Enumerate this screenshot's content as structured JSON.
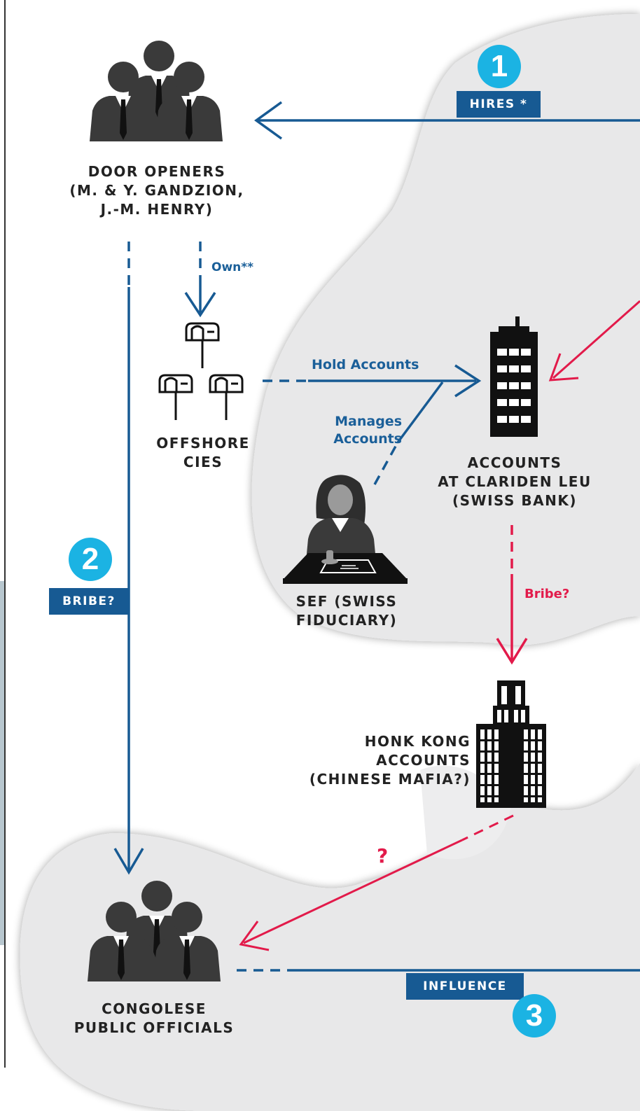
{
  "nodes": {
    "door_openers": [
      "DOOR OPENERS",
      "(M. & Y. GANDZION,",
      "J.-M. HENRY)"
    ],
    "offshore": [
      "OFFSHORE",
      "CIES"
    ],
    "bank": [
      "ACCOUNTS",
      "AT CLARIDEN LEU",
      "(SWISS BANK)"
    ],
    "fiduciary": [
      "SEF (SWISS",
      "FIDUCIARY)"
    ],
    "hongkong": [
      "HONK KONG",
      "ACCOUNTS",
      "(CHINESE MAFIA?)"
    ],
    "officials": [
      "CONGOLESE",
      "PUBLIC OFFICIALS"
    ]
  },
  "edges": {
    "own": "Own**",
    "hold_accounts": "Hold Accounts",
    "manages_accounts": [
      "Manages",
      "Accounts"
    ],
    "bribe_q": "Bribe?",
    "unknown": "?"
  },
  "steps": [
    {
      "number": "1",
      "label": "HIRES *"
    },
    {
      "number": "2",
      "label": "BRIBE?"
    },
    {
      "number": "3",
      "label": "INFLUENCE"
    }
  ],
  "colors": {
    "blue_flow": "#175a93",
    "red_flow": "#e21a4a",
    "step_circle": "#1bb3e3",
    "region_fill": "#e8e8e9",
    "people": "#3a3a3a"
  }
}
